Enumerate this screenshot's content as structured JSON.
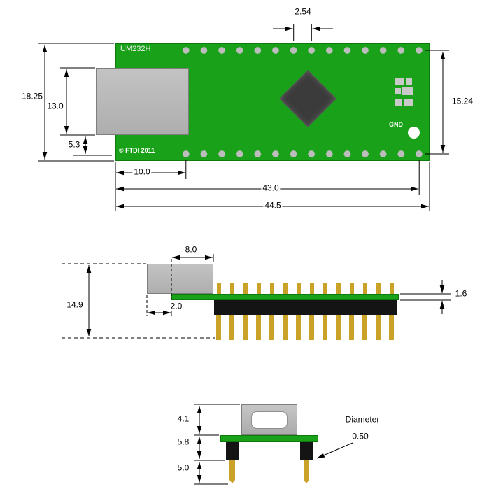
{
  "top_view": {
    "silkscreen": {
      "name": "UM232H",
      "copyright": "© FTDI 2011",
      "gnd": "GND"
    },
    "dims": {
      "pin_pitch": "2.54",
      "board_height": "18.25",
      "usb_height": "13.0",
      "usb_offset": "5.3",
      "row_spacing": "15.24",
      "pin_offset": "10.0",
      "pin_span": "43.0",
      "board_width": "44.5"
    }
  },
  "side_view": {
    "dims": {
      "usb_depth": "8.0",
      "usb_overhang": "2.0",
      "overall_height": "14.9",
      "pcb_thickness": "1.6"
    }
  },
  "end_view": {
    "dims": {
      "connector_height": "4.1",
      "body_height": "5.8",
      "pin_length": "5.0",
      "diameter_label": "Diameter",
      "diameter_value": "0.50"
    }
  },
  "colors": {
    "pcb_green": "#1aa11a",
    "connector_gray": "#b5b5b5",
    "pin_gold": "#c9a227",
    "header_black": "#141414",
    "pad_gray": "#bdbdbd"
  }
}
